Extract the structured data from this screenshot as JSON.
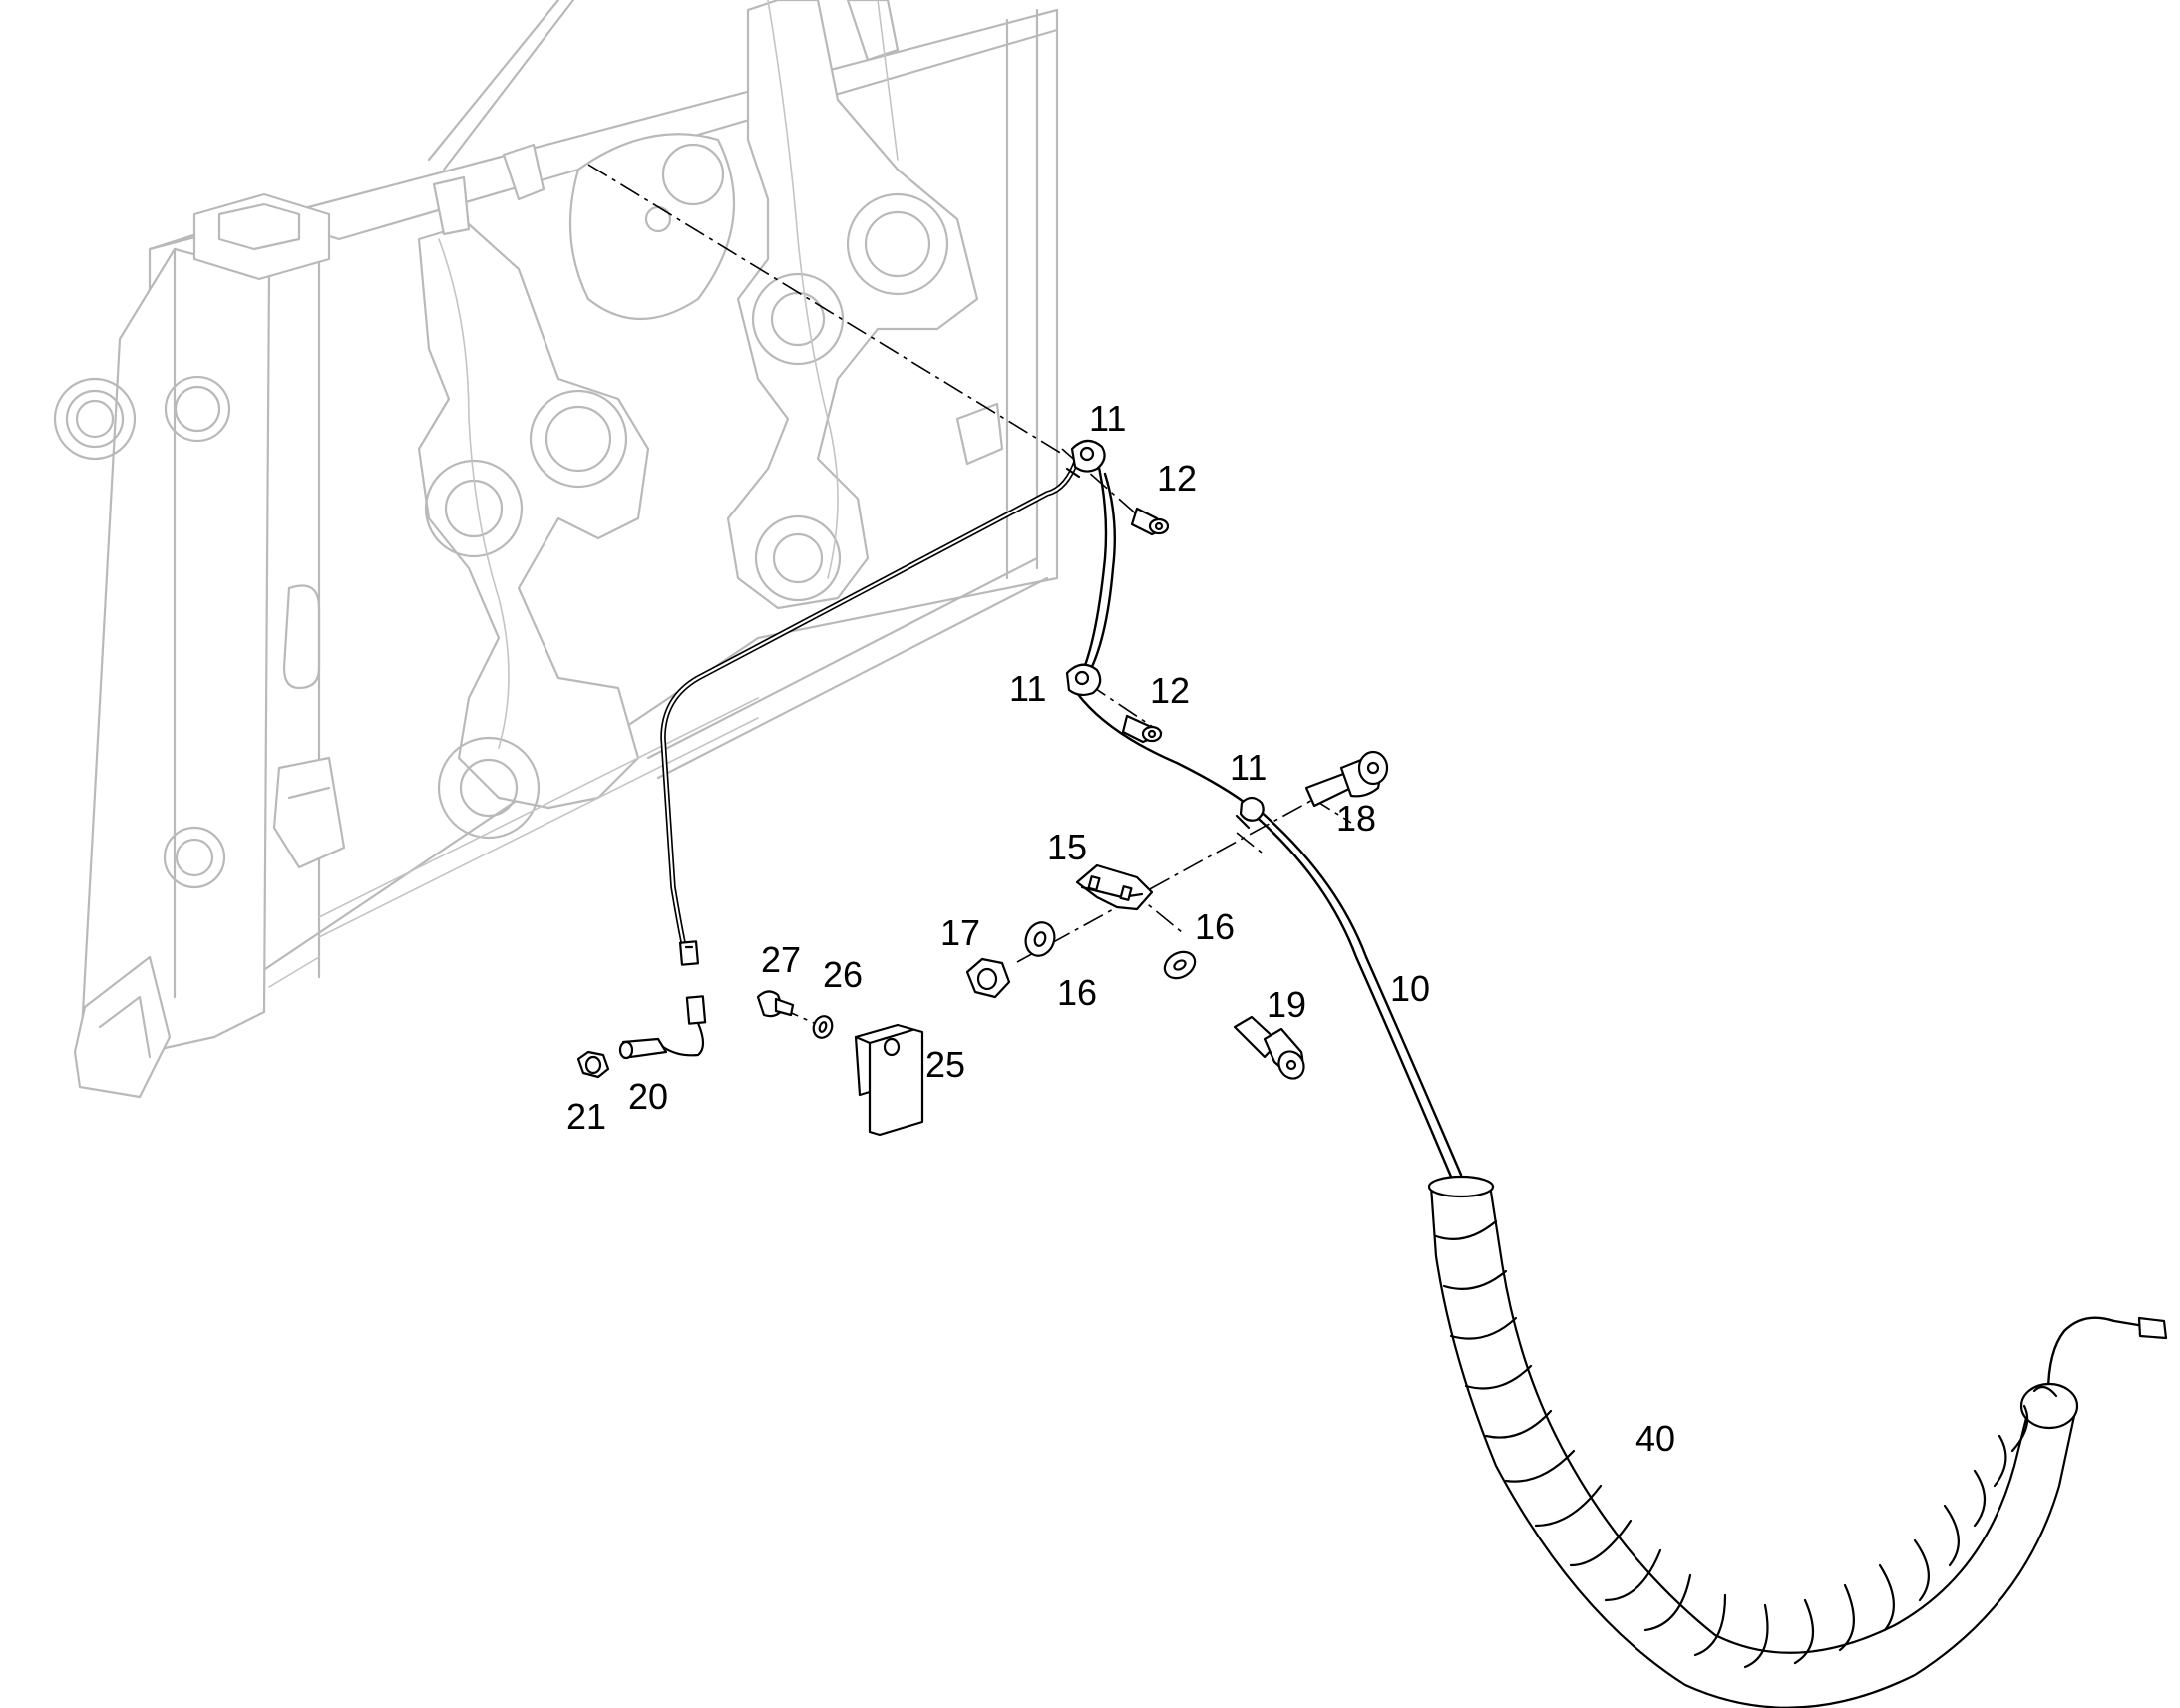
{
  "labels": {
    "p10": "10",
    "p11_a": "11",
    "p11_b": "11",
    "p11_c": "11",
    "p12_a": "12",
    "p12_b": "12",
    "p15": "15",
    "p16_a": "16",
    "p16_b": "16",
    "p17": "17",
    "p18": "18",
    "p19": "19",
    "p20": "20",
    "p21": "21",
    "p25": "25",
    "p26": "26",
    "p27": "27",
    "p40": "40"
  },
  "colors": {
    "background": "#ffffff",
    "part_stroke": "#000000",
    "frame_stroke": "#b9b9b9"
  }
}
